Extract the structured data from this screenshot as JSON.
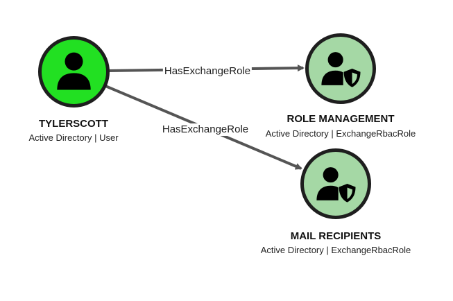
{
  "colors": {
    "user_fill": "#22e022",
    "role_fill": "#a5d8a5",
    "node_border": "#1e1e1e",
    "edge": "#555555",
    "icon": "#000000"
  },
  "nodes": {
    "tylerscott": {
      "title": "TYLERSCOTT",
      "subtitle": "Active Directory | User",
      "icon": "user-icon"
    },
    "role_management": {
      "title": "ROLE MANAGEMENT",
      "subtitle": "Active Directory | ExchangeRbacRole",
      "icon": "user-shield-icon"
    },
    "mail_recipients": {
      "title": "MAIL RECIPIENTS",
      "subtitle": "Active Directory | ExchangeRbacRole",
      "icon": "user-shield-icon"
    }
  },
  "edges": [
    {
      "from": "TYLERSCOTT",
      "to": "ROLE MANAGEMENT",
      "label": "HasExchangeRole"
    },
    {
      "from": "TYLERSCOTT",
      "to": "MAIL RECIPIENTS",
      "label": "HasExchangeRole"
    }
  ]
}
